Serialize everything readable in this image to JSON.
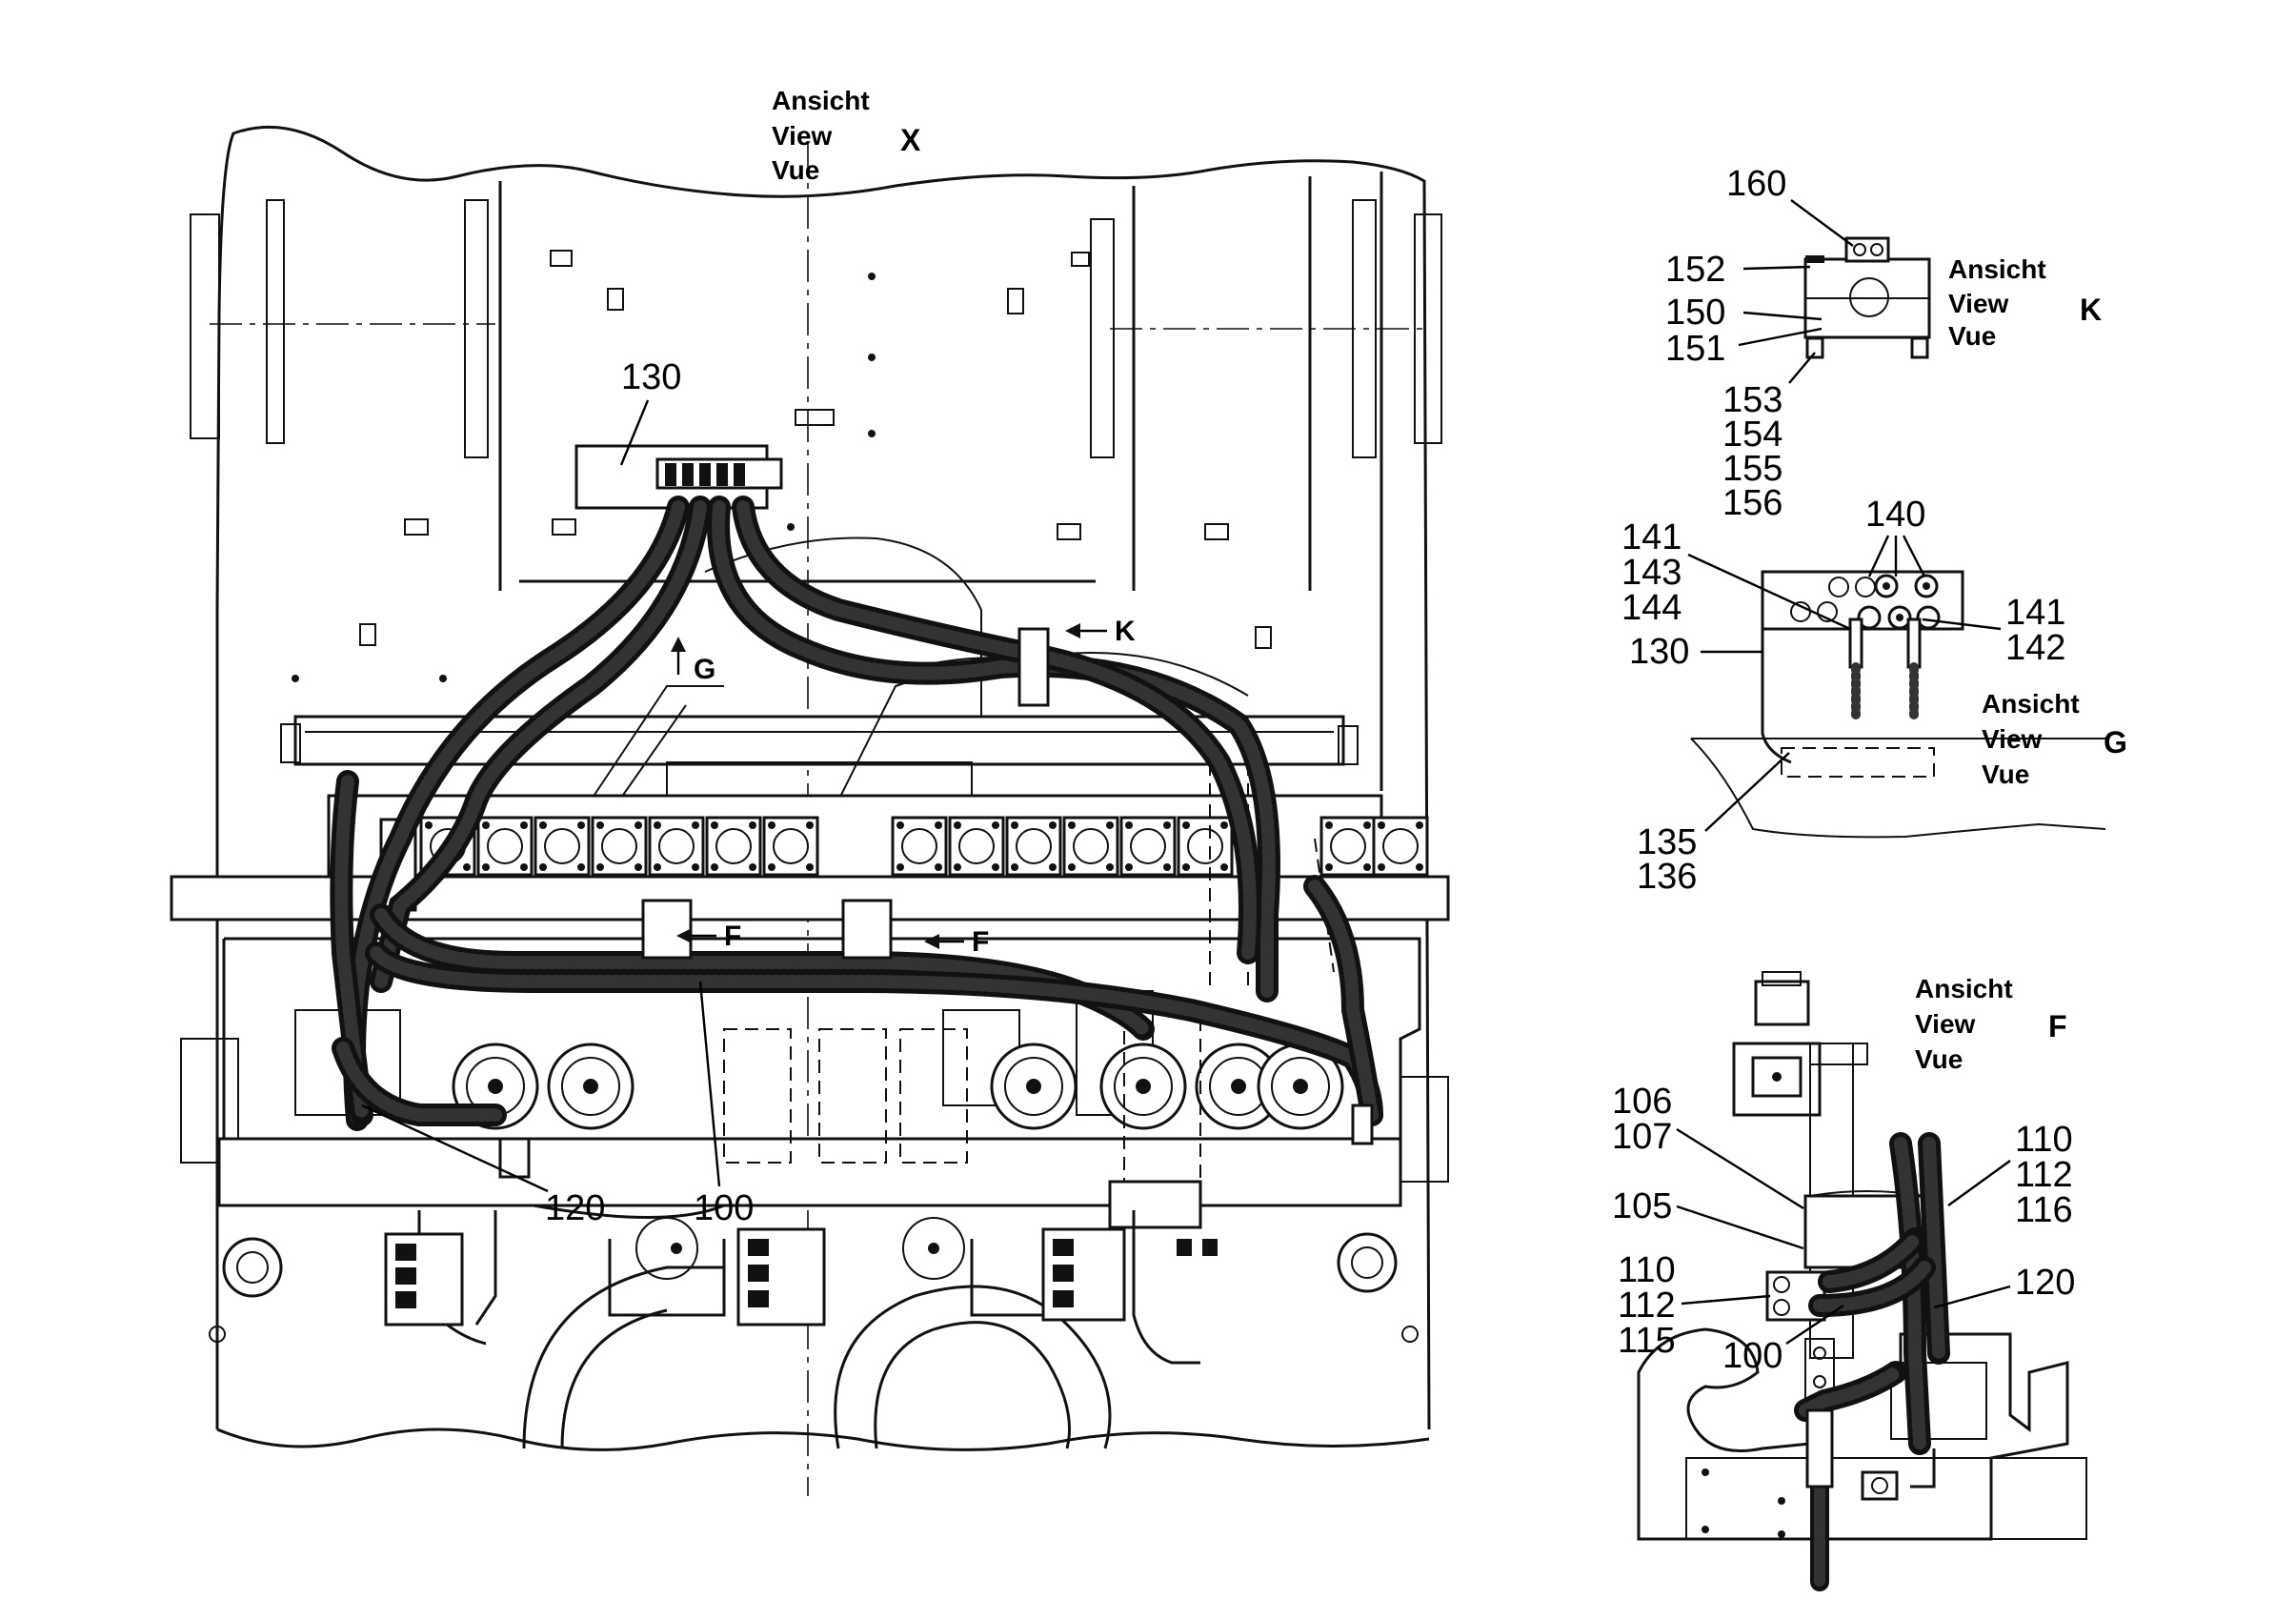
{
  "view_labels": {
    "main": {
      "line1": "Ansicht",
      "line2": "View",
      "line3": "Vue",
      "letter": "X"
    },
    "k": {
      "line1": "Ansicht",
      "line2": "View",
      "line3": "Vue",
      "letter": "K"
    },
    "g": {
      "line1": "Ansicht",
      "line2": "View",
      "line3": "Vue",
      "letter": "G"
    },
    "f": {
      "line1": "Ansicht",
      "line2": "View",
      "line3": "Vue",
      "letter": "F"
    }
  },
  "arrows": {
    "g": "G",
    "k": "K",
    "f1": "F",
    "f2": "F"
  },
  "main_parts": {
    "p130": "130",
    "p120": "120",
    "p100": "100"
  },
  "view_k_parts": {
    "p160": "160",
    "p152": "152",
    "p150": "150",
    "p151": "151",
    "p153": "153",
    "p154": "154",
    "p155": "155",
    "p156": "156"
  },
  "view_g_parts": {
    "p141a": "141",
    "p143": "143",
    "p144": "144",
    "p140": "140",
    "p141b": "141",
    "p142": "142",
    "p130": "130",
    "p135": "135",
    "p136": "136"
  },
  "view_f_parts": {
    "p106": "106",
    "p107": "107",
    "p105": "105",
    "p110a": "110",
    "p112a": "112",
    "p115": "115",
    "p100": "100",
    "p110b": "110",
    "p112b": "112",
    "p116": "116",
    "p120": "120"
  }
}
